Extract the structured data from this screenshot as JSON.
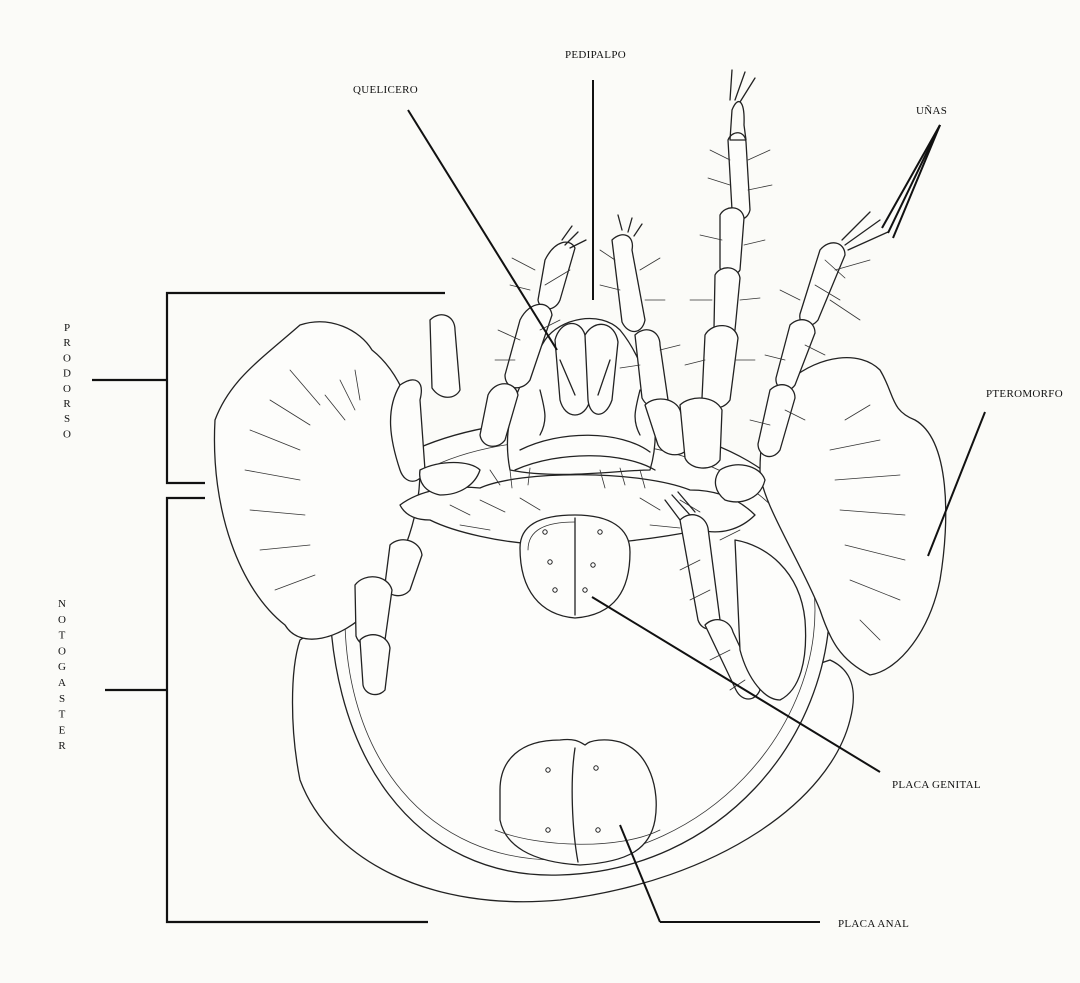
{
  "title": "",
  "labels": {
    "quelicero": "QUELICERO",
    "pedipalpo": "PEDIPALPO",
    "unas": "UÑAS",
    "pteromorfo": "PTEROMORFO",
    "placa_genital": "PLACA GENITAL",
    "placa_anal": "PLACA ANAL",
    "prodorso": "PRODORSO",
    "notogaster": "NOTOGASTER"
  },
  "colors": {
    "ink": "#222222",
    "paper": "#fbfbf8"
  }
}
